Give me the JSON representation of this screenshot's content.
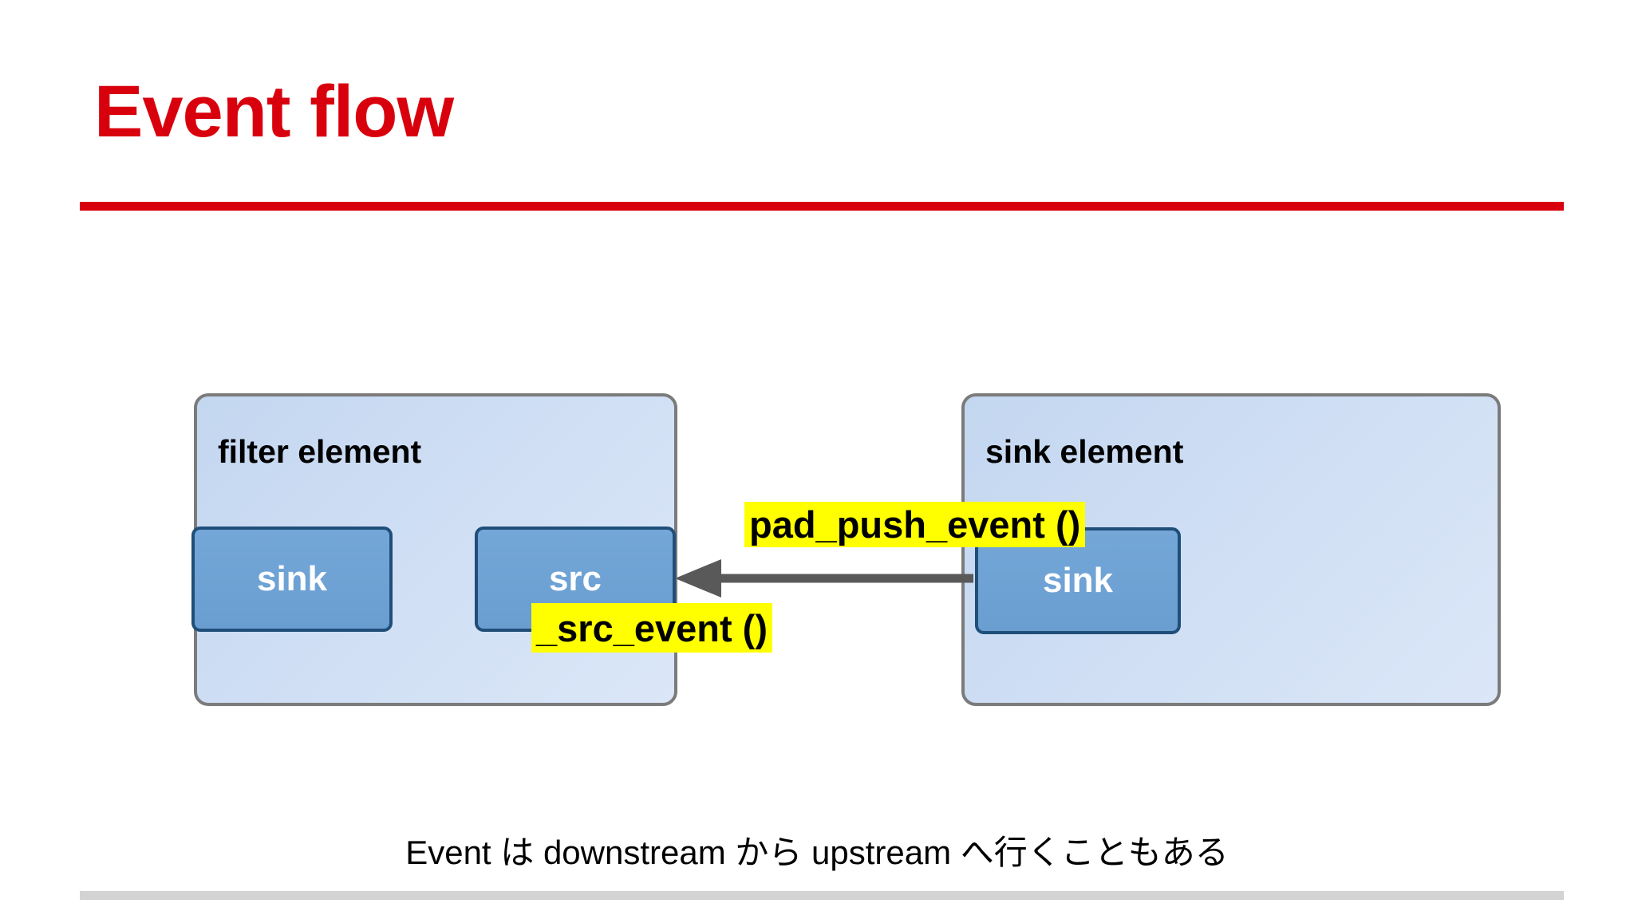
{
  "slide": {
    "title": "Event flow",
    "caption": "Event は downstream から upstream へ行くこともある",
    "title_color": "#d9000d",
    "rule_color": "#d9000d",
    "footer_rule_color": "#d3d3d3",
    "background": "#ffffff"
  },
  "diagram": {
    "elements": [
      {
        "id": "filter-element",
        "label": "filter element",
        "fill": "#cfdef4",
        "border": "#7b7b7b",
        "pads": [
          {
            "id": "pad-filter-sink",
            "label": "sink"
          },
          {
            "id": "pad-filter-src",
            "label": "src"
          }
        ]
      },
      {
        "id": "sink-element",
        "label": "sink element",
        "fill": "#cfdef4",
        "border": "#7b7b7b",
        "pads": [
          {
            "id": "pad-sink-sink",
            "label": "sink"
          }
        ]
      }
    ],
    "pad_fill": "#6fa2d4",
    "pad_border": "#1f4e79",
    "pad_text_color": "#ffffff",
    "arrow": {
      "name": "event-arrow",
      "direction": "right-to-left",
      "color": "#595959",
      "from": "sink element sink pad",
      "to": "filter element src pad"
    },
    "call_labels": [
      {
        "id": "label-pad-push-event",
        "text": "pad_push_event ()",
        "highlight": "#ffff00"
      },
      {
        "id": "label-src-event",
        "text": "_src_event ()",
        "highlight": "#ffff00"
      }
    ]
  }
}
